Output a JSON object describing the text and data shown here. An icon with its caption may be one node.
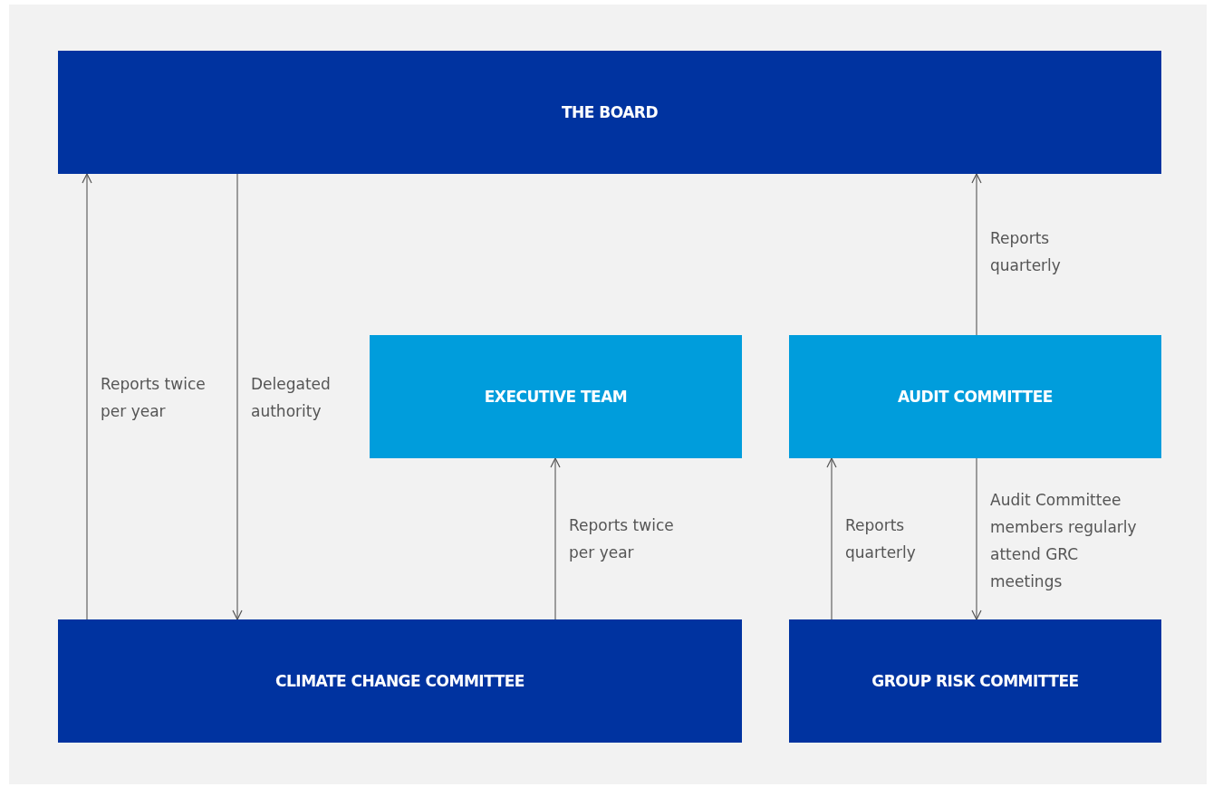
{
  "diagram": {
    "nodes": [
      {
        "text": [
          "THE BOARD"
        ]
      },
      {
        "text": [
          "EXECUTIVE TEAM"
        ]
      },
      {
        "text": [
          "AUDIT COMMITTEE"
        ]
      },
      {
        "text": [
          "CLIMATE CHANGE COMMITTEE"
        ]
      },
      {
        "text": [
          "GROUP RISK COMMITTEE"
        ]
      }
    ],
    "edges": [
      {
        "from": 3,
        "to": 0,
        "arrow": "to",
        "label": "Reports twice per year"
      },
      {
        "from": 0,
        "to": 3,
        "arrow": "to",
        "label": "Delegated authority"
      },
      {
        "from": 3,
        "to": 1,
        "arrow": "to",
        "label": "Reports twice per year"
      },
      {
        "from": 2,
        "to": 0,
        "arrow": "to",
        "label": "Reports quarterly"
      },
      {
        "from": 4,
        "to": 2,
        "arrow": "to",
        "label": "Reports quarterly"
      },
      {
        "from": 2,
        "to": 4,
        "arrow": "to",
        "label": "Audit Committee members regularly attend GRC meetings"
      }
    ]
  }
}
